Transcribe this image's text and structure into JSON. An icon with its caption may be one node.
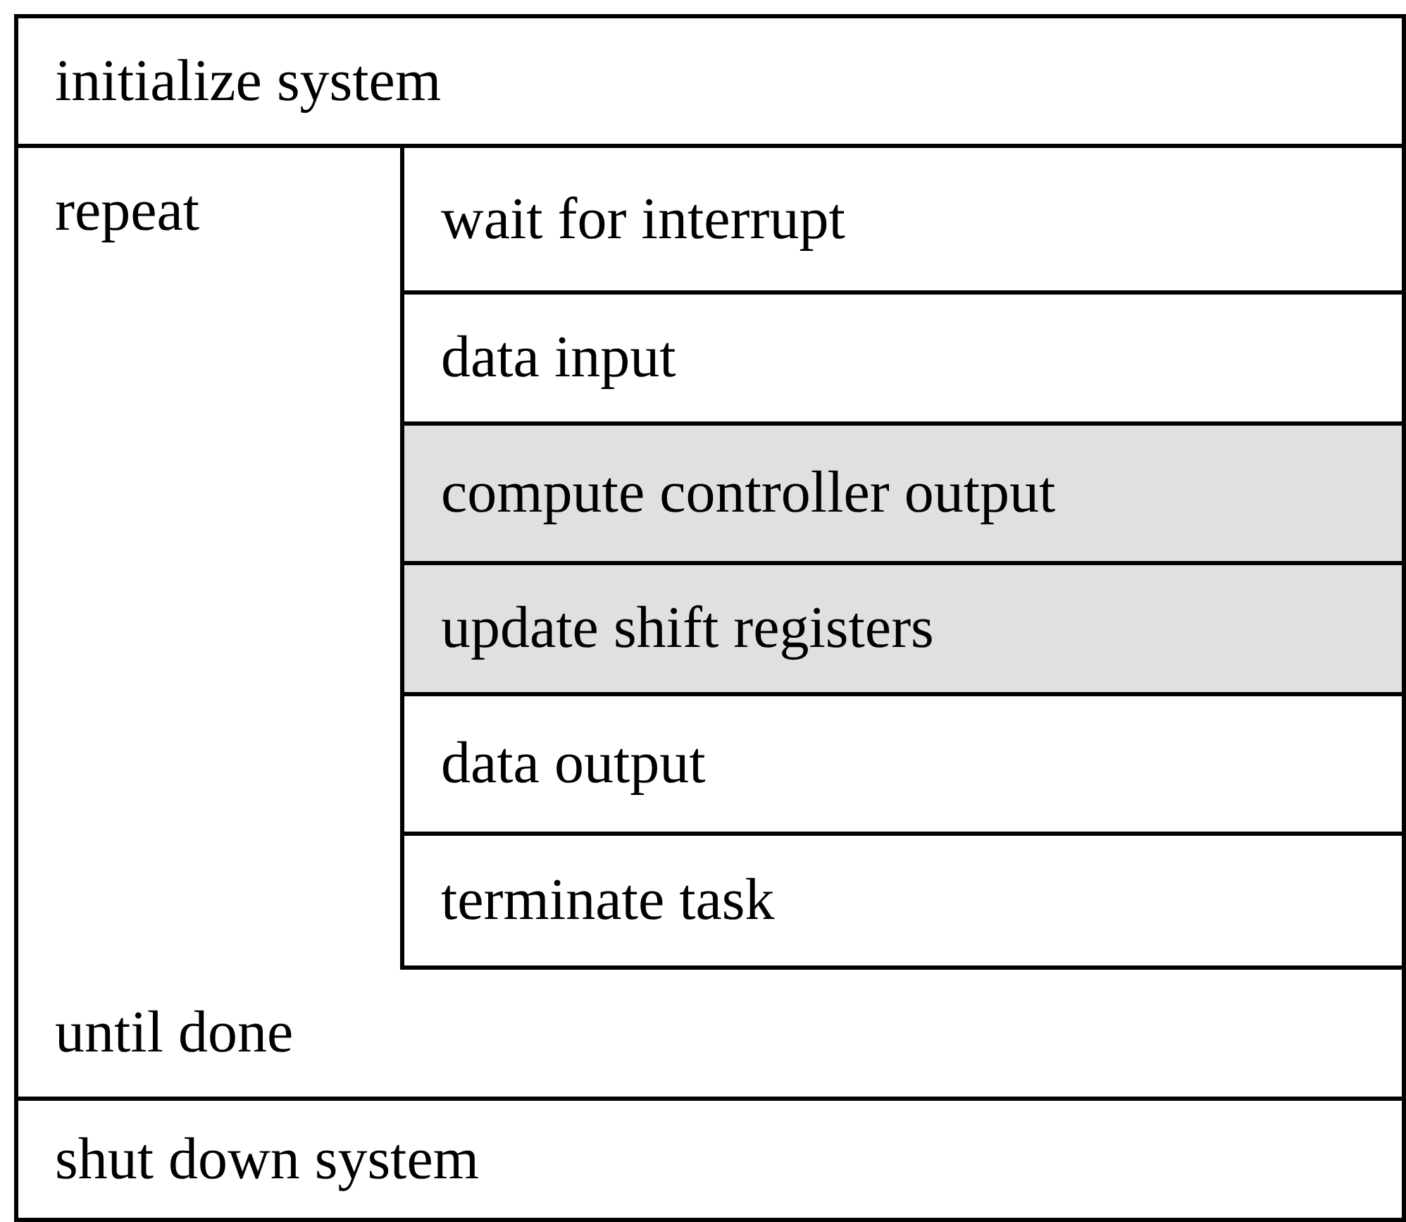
{
  "diagram": {
    "nodes": [
      {
        "text": [
          "initialize system"
        ]
      },
      {
        "text": [
          "repeat",
          "until done"
        ]
      },
      {
        "text": [
          "wait for interrupt"
        ],
        "in": 1
      },
      {
        "text": [
          "data input"
        ],
        "in": 1
      },
      {
        "text": [
          "compute controller output"
        ],
        "in": 1
      },
      {
        "text": [
          "update shift registers"
        ],
        "in": 1
      },
      {
        "text": [
          "data output"
        ],
        "in": 1
      },
      {
        "text": [
          "terminate task"
        ],
        "in": 1
      },
      {
        "text": [
          "shut down system"
        ]
      }
    ]
  }
}
